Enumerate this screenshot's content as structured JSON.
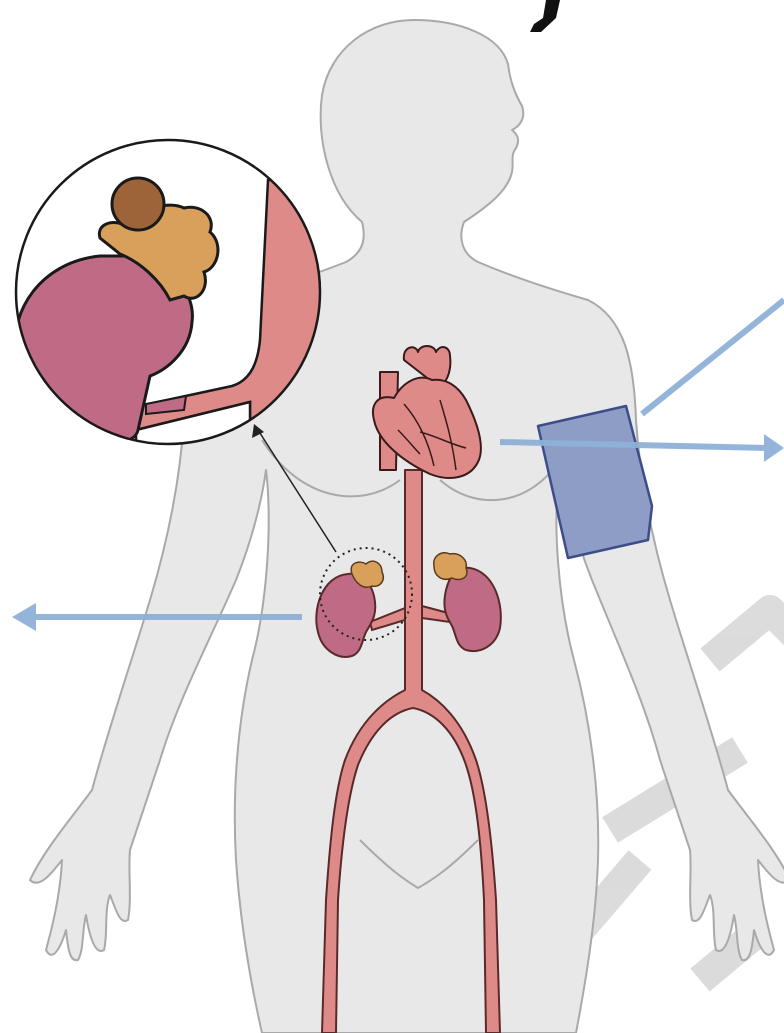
{
  "diagram": {
    "title": "",
    "panels": [
      {
        "id": "body",
        "label": ""
      },
      {
        "id": "zoom",
        "label": ""
      }
    ],
    "arrows": [
      {
        "id": "left-arrow",
        "label": ""
      },
      {
        "id": "right-arrow",
        "label": ""
      },
      {
        "id": "upper-right-arrow",
        "label": ""
      }
    ],
    "icons": [
      "human-body-silhouette",
      "heart-icon",
      "kidney-icon",
      "adrenal-gland-icon",
      "aorta-icon",
      "blood-pressure-cuff-icon",
      "magnifier-circle-icon",
      "watermark"
    ],
    "colors": {
      "body": "#e8e8e9",
      "body_outline": "#a9a9aa",
      "vessel": "#de8a88",
      "vessel_outline": "#5a2a2a",
      "kidney": "#c06b85",
      "adrenal": "#d8a05a",
      "adrenal_dark": "#a8703a",
      "tumor": "#9c6438",
      "cuff": "#8d9dc6",
      "cuff_outline": "#3d4d8a",
      "arrow": "#8fb0d8",
      "watermark": "#d8d8d8"
    }
  }
}
